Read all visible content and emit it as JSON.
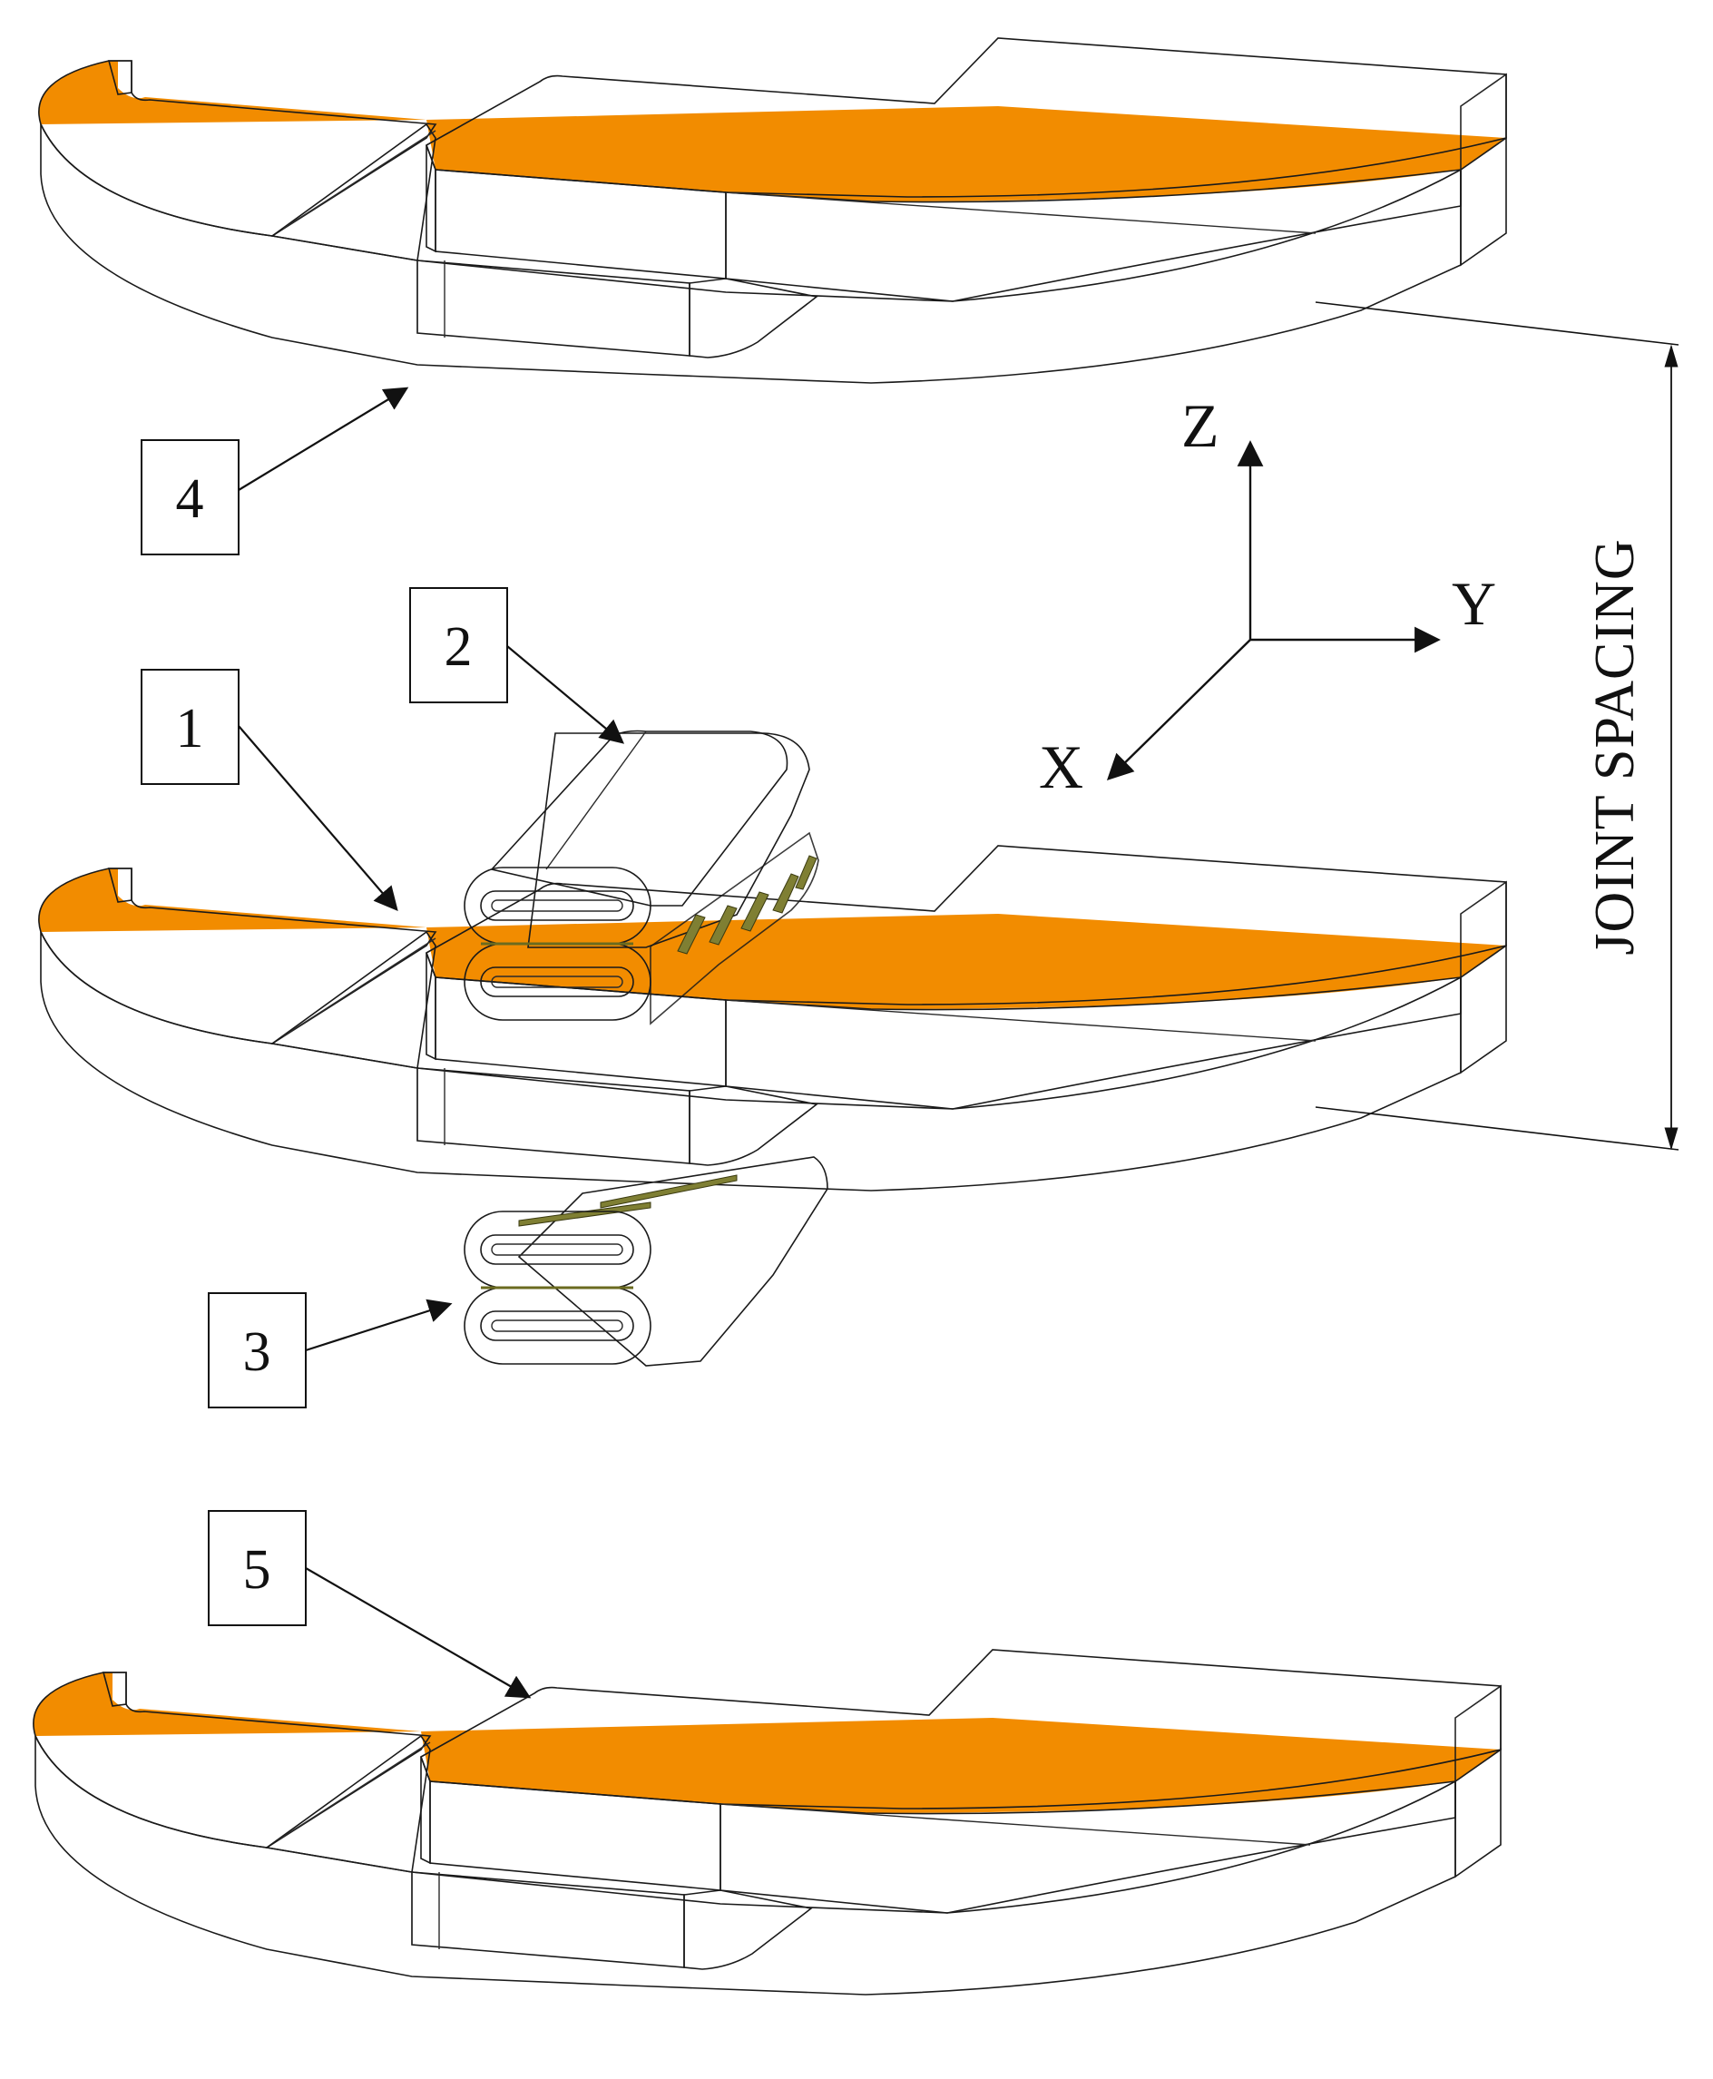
{
  "figure": {
    "callouts": [
      {
        "id": "1",
        "label": "1"
      },
      {
        "id": "2",
        "label": "2"
      },
      {
        "id": "3",
        "label": "3"
      },
      {
        "id": "4",
        "label": "4"
      },
      {
        "id": "5",
        "label": "5"
      }
    ],
    "axes": {
      "z": "Z",
      "y": "Y",
      "x": "X"
    },
    "dimension_label": "JOINT SPACING",
    "colors": {
      "plate_top": "#F28C00",
      "plate_side_light": "#E88A00",
      "plate_side_dark": "#B36200",
      "plate_end": "#D07000",
      "coil_face": "#D96B55",
      "coil_side": "#C25A47",
      "coil_band": "#8A8A30",
      "line": "#1a1a1a"
    }
  }
}
